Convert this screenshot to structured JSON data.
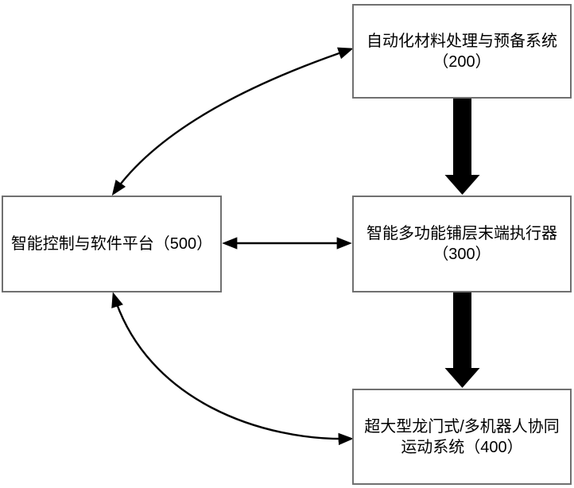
{
  "diagram_title": "",
  "colors": {
    "background": "#ffffff",
    "box_border": "#707070",
    "arrow": "#000000",
    "text": "#000000"
  },
  "nodes": {
    "n200": {
      "line1": "自动化材料处理与预备系统",
      "line2": "（200）"
    },
    "n300": {
      "line1": "智能多功能铺层末端执行器",
      "line2": "（300）"
    },
    "n400": {
      "line1": "超大型龙门式/多机器人协同",
      "line2": "运动系统（400）"
    },
    "n500": {
      "line1": "智能控制与软件平台（500）"
    }
  },
  "edges": [
    {
      "from": "500",
      "to": "200",
      "direction": "bidirectional",
      "style": "thin curved line with arrowheads at both ends"
    },
    {
      "from": "200",
      "to": "300",
      "direction": "down",
      "style": "thick solid block arrow"
    },
    {
      "from": "500",
      "to": "300",
      "direction": "bidirectional",
      "style": "thin straight horizontal line with arrowheads at both ends"
    },
    {
      "from": "300",
      "to": "400",
      "direction": "down",
      "style": "thick solid block arrow"
    },
    {
      "from": "500",
      "to": "400",
      "direction": "bidirectional",
      "style": "thin curved line with arrowheads at both ends"
    }
  ]
}
